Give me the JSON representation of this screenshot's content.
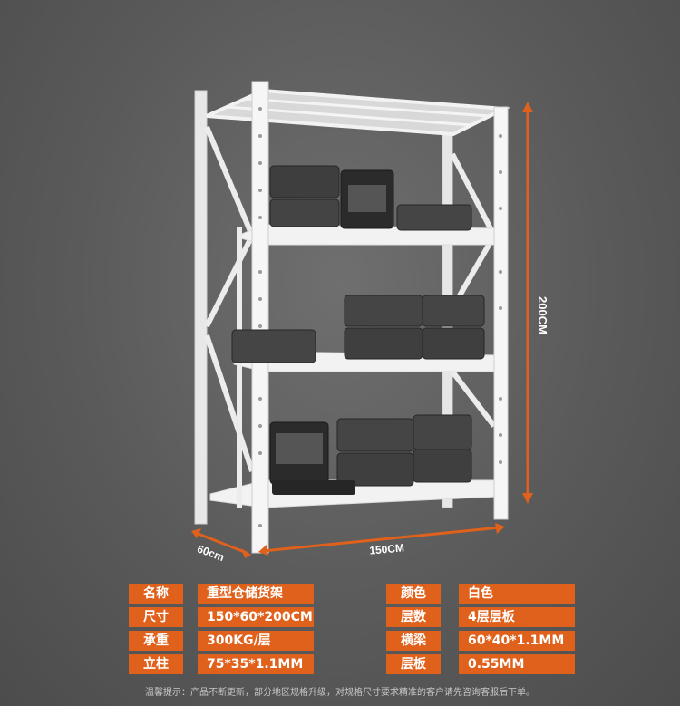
{
  "dimensions": {
    "height_label": "200CM",
    "width_label": "150CM",
    "depth_label": "60cm"
  },
  "specs": {
    "left": [
      {
        "key": "名称",
        "value": "重型仓储货架"
      },
      {
        "key": "尺寸",
        "value": "150*60*200CM"
      },
      {
        "key": "承重",
        "value": "300KG/层"
      },
      {
        "key": "立柱",
        "value": "75*35*1.1MM"
      }
    ],
    "right": [
      {
        "key": "颜色",
        "value": "白色"
      },
      {
        "key": "层数",
        "value": "4层层板"
      },
      {
        "key": "横梁",
        "value": "60*40*1.1MM"
      },
      {
        "key": "层板",
        "value": "0.55MM"
      }
    ]
  },
  "footnote": "温馨提示：产品不断更新，部分地区规格升级，对规格尺寸要求精准的客户请先咨询客服后下单。",
  "colors": {
    "accent": "#e0611b",
    "shelf": "#f4f4f4",
    "case": "#3c3c3c"
  }
}
